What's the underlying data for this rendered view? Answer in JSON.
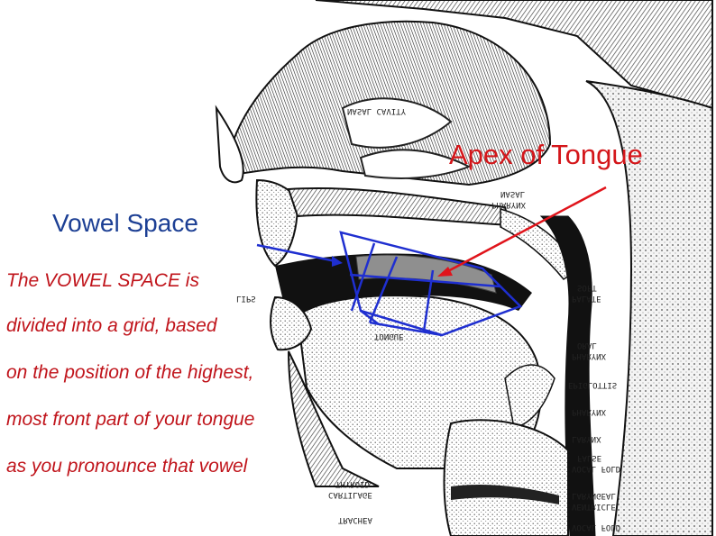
{
  "slide": {
    "vowel_space_title": "Vowel Space",
    "apex_label": "Apex of Tongue",
    "body_lines": [
      "The VOWEL SPACE is",
      "divided into a grid, based",
      "on the position of the highest,",
      "most front part of your tongue",
      "as you pronounce that vowel"
    ]
  },
  "anatomy_labels": {
    "nasal_cavity": "NASAL CAVITY",
    "nasal_pharynx_1": "NASAL",
    "nasal_pharynx_2": "PHARYNX",
    "soft_palate_1": "SOFT",
    "soft_palate_2": "PALATE",
    "oral_pharynx_1": "ORAL",
    "oral_pharynx_2": "PHARYNX",
    "epiglottis": "EPIGLOTTIS",
    "pharynx": "PHARYNX",
    "larynx": "LARYNX",
    "false_vocal_fold_1": "FALSE",
    "false_vocal_fold_2": "VOCAL FOLD",
    "laryngeal_ventricle_1": "LARYNGEAL",
    "laryngeal_ventricle_2": "VENTRICLE",
    "vocal_fold": "VOCAL FOLD",
    "lips": "LIPS",
    "tongue": "TONGUE",
    "thyroid_cartilage_1": "THYROID",
    "thyroid_cartilage_2": "CARTILAGE",
    "trachea": "TRACHEA"
  },
  "colors": {
    "annotation_blue": "#1f2fd0",
    "annotation_red": "#e0141b",
    "tongue_grey": "#8f8f8f"
  }
}
